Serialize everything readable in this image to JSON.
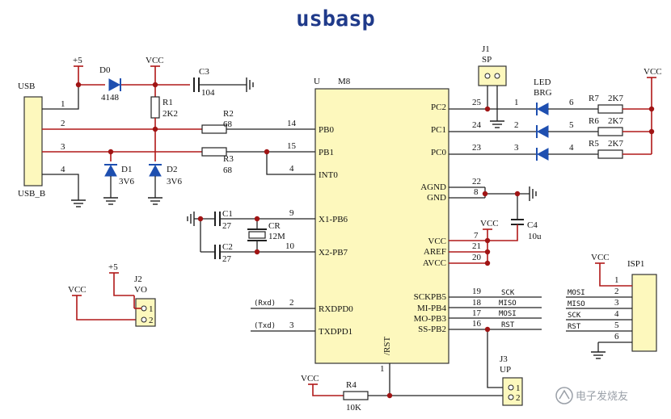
{
  "title": "usbasp",
  "watermark": "电子发烧友",
  "mcu": {
    "ref": "U",
    "part": "M8",
    "left_pins": [
      {
        "num": "14",
        "name": "PB0"
      },
      {
        "num": "15",
        "name": "PB1"
      },
      {
        "num": "4",
        "name": "INT0"
      },
      {
        "num": "9",
        "name": "X1-PB6"
      },
      {
        "num": "10",
        "name": "X2-PB7"
      },
      {
        "num": "2",
        "name": "RXDPD0"
      },
      {
        "num": "3",
        "name": "TXDPD1"
      }
    ],
    "right_pins": [
      {
        "num": "25",
        "name": "PC2"
      },
      {
        "num": "24",
        "name": "PC1"
      },
      {
        "num": "23",
        "name": "PC0"
      },
      {
        "num": "22",
        "name": "AGND"
      },
      {
        "num": "8",
        "name": "GND"
      },
      {
        "num": "7",
        "name": "VCC"
      },
      {
        "num": "21",
        "name": "AREF"
      },
      {
        "num": "20",
        "name": "AVCC"
      },
      {
        "num": "19",
        "name": "SCKPB5"
      },
      {
        "num": "18",
        "name": "MI-PB4"
      },
      {
        "num": "17",
        "name": "MO-PB3"
      },
      {
        "num": "16",
        "name": "SS-PB2"
      }
    ],
    "bottom_pin": {
      "num": "1",
      "name": "/RST"
    }
  },
  "usb": {
    "label": "USB",
    "sublabel": "USB_B",
    "pins": [
      "1",
      "2",
      "3",
      "4"
    ]
  },
  "power": {
    "plus5": "+5",
    "vcc": "VCC"
  },
  "components": {
    "d0": {
      "ref": "D0",
      "value": "4148"
    },
    "c3": {
      "ref": "C3",
      "value": "104"
    },
    "r1": {
      "ref": "R1",
      "value": "2K2"
    },
    "r2": {
      "ref": "R2",
      "value": "68"
    },
    "r3": {
      "ref": "R3",
      "value": "68"
    },
    "d1": {
      "ref": "D1",
      "value": "3V6"
    },
    "d2": {
      "ref": "D2",
      "value": "3V6"
    },
    "c1": {
      "ref": "C1",
      "value": "27"
    },
    "c2": {
      "ref": "C2",
      "value": "27"
    },
    "cr": {
      "ref": "CR",
      "value": "12M"
    },
    "c4": {
      "ref": "C4",
      "value": "10u"
    },
    "r4": {
      "ref": "R4",
      "value": "10K"
    },
    "r5": {
      "ref": "R5",
      "value": "2K7"
    },
    "r6": {
      "ref": "R6",
      "value": "2K7"
    },
    "r7": {
      "ref": "R7",
      "value": "2K7"
    },
    "led": {
      "ref": "LED",
      "value": "BRG"
    }
  },
  "led_pins": {
    "left": [
      "1",
      "2",
      "3"
    ],
    "right": [
      "6",
      "5",
      "4"
    ]
  },
  "jumpers": {
    "j1": {
      "ref": "J1",
      "value": "SP"
    },
    "j2": {
      "ref": "J2",
      "value": "VO"
    },
    "j3": {
      "ref": "J3",
      "value": "UP"
    },
    "pin_labels": [
      "1",
      "2"
    ]
  },
  "nets": {
    "rxd": "(Rxd)",
    "txd": "(Txd)",
    "sck": "SCK",
    "miso": "MISO",
    "mosi": "MOSI",
    "rst": "RST"
  },
  "isp": {
    "ref": "ISP1",
    "pins": [
      "1",
      "2",
      "3",
      "4",
      "5",
      "6"
    ],
    "signals": [
      "MOSI",
      "MISO",
      "SCK",
      "RST"
    ]
  }
}
